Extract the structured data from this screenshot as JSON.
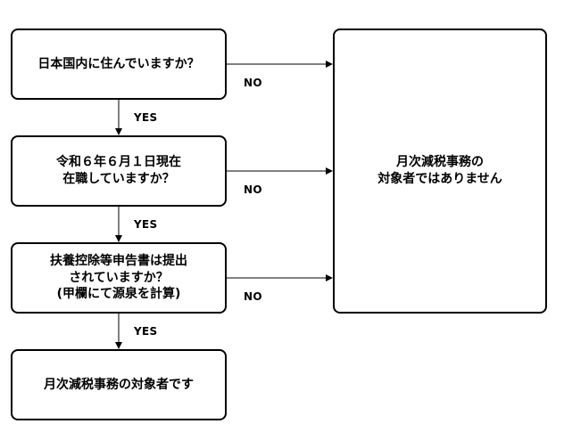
{
  "nodes": {
    "q1": {
      "lines": [
        "日本国内に住んでいますか？"
      ]
    },
    "q2": {
      "lines": [
        "令和６年６月１日現在",
        "在職していますか？"
      ]
    },
    "q3": {
      "lines": [
        "扶養控除等申告書は提出",
        "されていますか？",
        "(甲欄にて源泉を計算)"
      ]
    },
    "result_yes": {
      "lines": [
        "月次減税事務の対象者です"
      ]
    },
    "result_no": {
      "lines": [
        "月次減税事務の",
        "対象者ではありません"
      ]
    }
  },
  "edges": {
    "q1_no": "NO",
    "q1_yes": "YES",
    "q2_no": "NO",
    "q2_yes": "YES",
    "q3_no": "NO",
    "q3_yes": "YES"
  }
}
